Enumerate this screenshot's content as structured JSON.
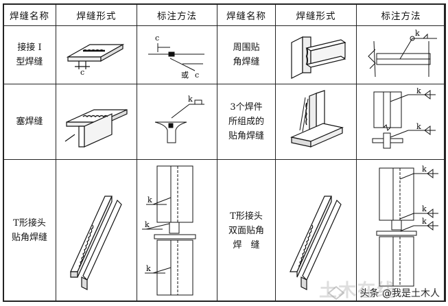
{
  "headers": {
    "name": "焊缝名称",
    "form": "焊缝形式",
    "method": "标注方法",
    "name2": "焊缝名称",
    "form2": "焊缝形式",
    "method2": "标注方法"
  },
  "rows": [
    {
      "name_line1": "接接 I",
      "name_line2": "型焊缝",
      "right_line1": "周围贴",
      "right_line2": "角焊缝"
    },
    {
      "name_line1": "塞焊缝",
      "right_line1": "3个焊件",
      "right_line2": "所组成的",
      "right_line3": "贴角焊缝"
    },
    {
      "name_line1": "T形接头",
      "name_line2": "贴角焊缝",
      "right_line1": "T形接头",
      "right_line2": "双面贴角",
      "right_line3": "焊　缝"
    }
  ],
  "labels": {
    "c": "c",
    "or_c": "或",
    "k": "k",
    "k_sub": "k"
  },
  "watermark": {
    "text": "头条 @我是土木人",
    "logo_text": "土木在线"
  }
}
